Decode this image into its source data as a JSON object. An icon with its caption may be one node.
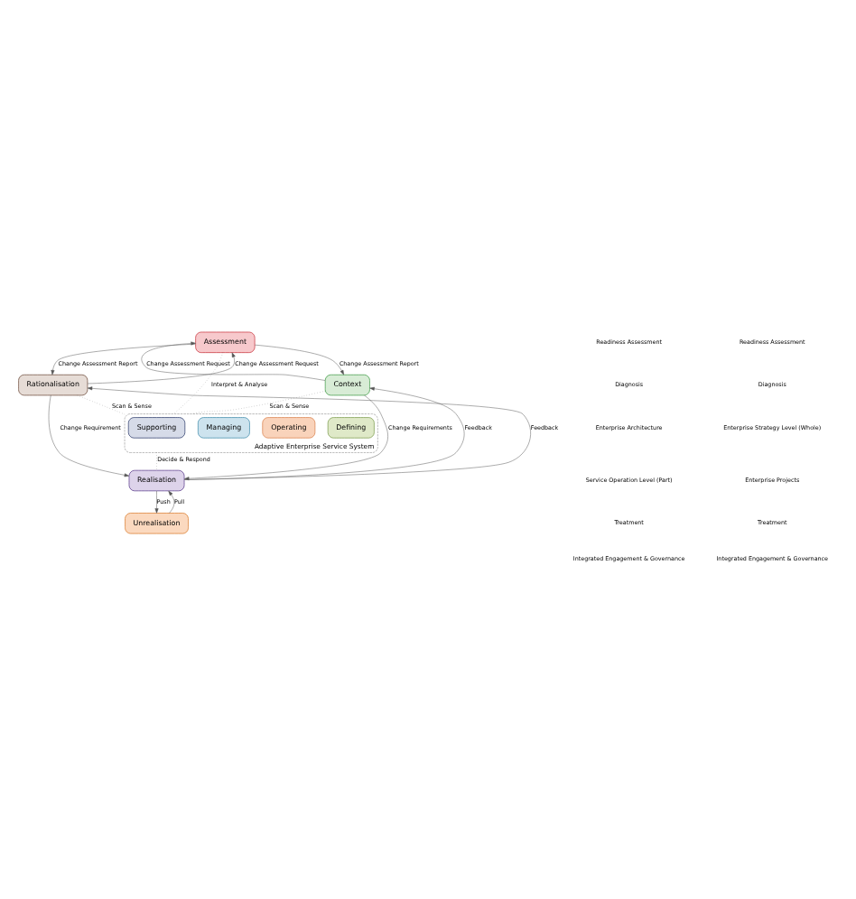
{
  "diagram": {
    "nodes": [
      {
        "text": [
          "Assessment"
        ]
      },
      {
        "text": [
          "Context"
        ]
      },
      {
        "text": [
          "Rationalisation"
        ]
      },
      {
        "text": [
          "Adaptive Enterprise Service System"
        ]
      },
      {
        "text": [
          "Defining"
        ],
        "in": 3
      },
      {
        "text": [
          "Operating"
        ],
        "in": 3
      },
      {
        "text": [
          "Managing"
        ],
        "in": 3
      },
      {
        "text": [
          "Supporting"
        ],
        "in": 3
      },
      {
        "text": [
          "Realisation"
        ]
      },
      {
        "text": [
          "Unrealisation"
        ]
      }
    ],
    "edges": [
      {
        "from": 1,
        "to": 0,
        "arrow": "to",
        "label": "Change Assessment Request"
      },
      {
        "from": 0,
        "to": 1,
        "arrow": "to",
        "label": "Change Assessment Report"
      },
      {
        "from": 2,
        "to": 0,
        "arrow": "to",
        "label": "Change Assessment Request"
      },
      {
        "from": 0,
        "to": 2,
        "arrow": "to",
        "label": "Change Assessment Report"
      },
      {
        "from": 0,
        "to": 3,
        "arrow": "none",
        "label": "Interpret & Analyse",
        "style": "dashed"
      },
      {
        "from": 1,
        "to": 3,
        "arrow": "none",
        "label": "Scan & Sense",
        "style": "dashed"
      },
      {
        "from": 2,
        "to": 3,
        "arrow": "none",
        "label": "Scan & Sense",
        "style": "dashed"
      },
      {
        "from": 3,
        "to": 8,
        "arrow": "none",
        "label": "Decide & Respond",
        "style": "dashed"
      },
      {
        "from": 1,
        "to": 8,
        "arrow": "to",
        "label": "Change Requirements"
      },
      {
        "from": 8,
        "to": 1,
        "arrow": "to",
        "label": "Feedback"
      },
      {
        "from": 2,
        "to": 8,
        "arrow": "to",
        "label": "Change Requirement"
      },
      {
        "from": 8,
        "to": 2,
        "arrow": "to",
        "label": "Feedback"
      },
      {
        "from": 9,
        "to": 8,
        "arrow": "to",
        "label": "Pull"
      },
      {
        "from": 8,
        "to": 9,
        "arrow": "to",
        "label": "Push"
      }
    ],
    "labels": [
      "Readiness Assessment",
      "Readiness Assessment",
      "Diagnosis",
      "Diagnosis",
      "Enterprise Architecture",
      "Enterprise Strategy Level (Whole)",
      "Service Operation Level (Part)",
      "Enterprise Projects",
      "Treatment",
      "Treatment",
      "Integrated Engagement & Governance",
      "Integrated Engagement & Governance"
    ]
  }
}
